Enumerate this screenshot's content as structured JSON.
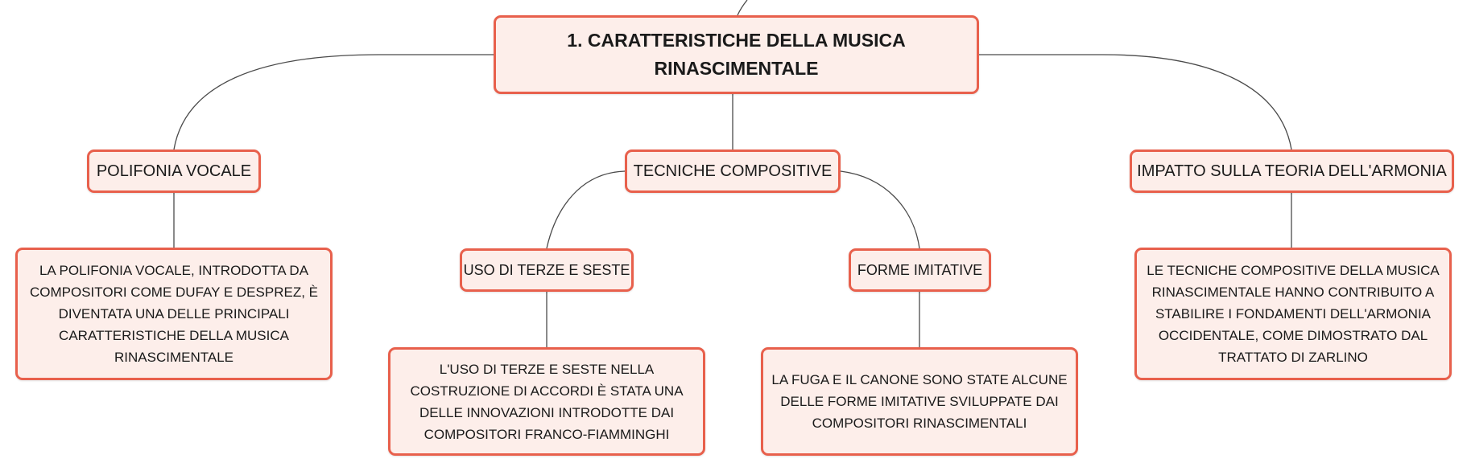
{
  "mindmap": {
    "root": {
      "label": "1. CARATTERISTICHE DELLA MUSICA RINASCIMENTALE"
    },
    "topics": [
      {
        "label": "POLIFONIA VOCALE",
        "detail": "LA POLIFONIA VOCALE, INTRODOTTA DA COMPOSITORI COME DUFAY E DESPREZ, È DIVENTATA UNA DELLE PRINCIPALI CARATTERISTICHE DELLA MUSICA RINASCIMENTALE"
      },
      {
        "label": "TECNICHE COMPOSITIVE",
        "subtopics": [
          {
            "label": "USO DI TERZE E SESTE",
            "detail": "L'USO DI TERZE E SESTE NELLA COSTRUZIONE DI ACCORDI È STATA UNA DELLE INNOVAZIONI INTRODOTTE DAI COMPOSITORI FRANCO-FIAMMINGHI"
          },
          {
            "label": "FORME IMITATIVE",
            "detail": "LA FUGA E IL CANONE SONO STATE ALCUNE DELLE FORME IMITATIVE SVILUPPATE DAI COMPOSITORI RINASCIMENTALI"
          }
        ]
      },
      {
        "label": "IMPATTO SULLA TEORIA DELL'ARMONIA",
        "detail": "LE TECNICHE COMPOSITIVE DELLA MUSICA RINASCIMENTALE HANNO CONTRIBUITO A STABILIRE I FONDAMENTI DELL'ARMONIA OCCIDENTALE, COME DIMOSTRATO DAL TRATTATO DI ZARLINO"
      }
    ]
  },
  "colors": {
    "node_border": "#e8604c",
    "node_fill": "#fdeeea",
    "connector": "#4a4a4a"
  }
}
